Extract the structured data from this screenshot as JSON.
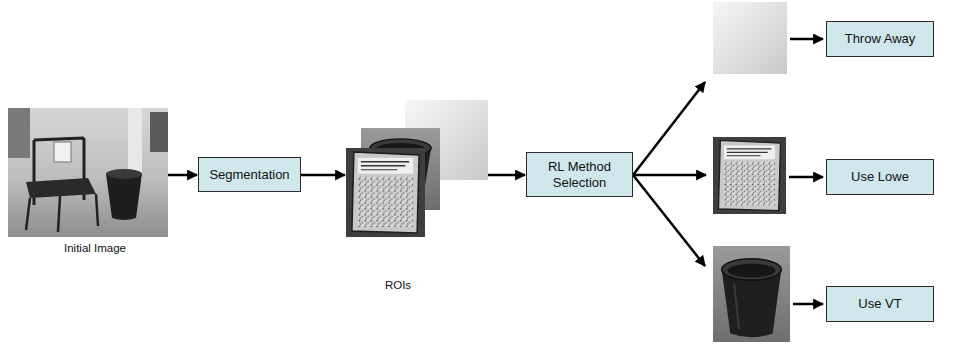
{
  "diagram": {
    "nodes": [
      {
        "text": [
          "Initial Image"
        ]
      },
      {
        "text": [
          "Segmentation"
        ]
      },
      {
        "text": [
          "ROIs"
        ]
      },
      {
        "text": [
          "RL Method Selection"
        ]
      },
      {
        "text": [
          "Throw Away"
        ]
      },
      {
        "text": [
          "Use Lowe"
        ]
      },
      {
        "text": [
          "Use VT"
        ]
      }
    ],
    "edges": [
      {
        "from": 0,
        "to": 1,
        "arrow": "to"
      },
      {
        "from": 1,
        "to": 2,
        "arrow": "to"
      },
      {
        "from": 2,
        "to": 3,
        "arrow": "to"
      }
    ]
  }
}
